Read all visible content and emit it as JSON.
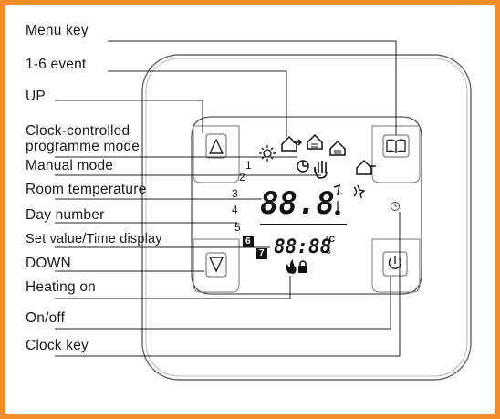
{
  "labels": {
    "menu_key": "Menu key",
    "event": "1-6 event",
    "up": "UP",
    "clock_mode_1": "Clock-controlled",
    "clock_mode_2": "programme mode",
    "manual_mode": "Manual mode",
    "room_temp": "Room temperature",
    "day_number": "Day number",
    "set_value": "Set value/Time display",
    "down": "DOWN",
    "heating_on": "Heating on",
    "on_off": "On/off",
    "clock_key": "Clock key"
  },
  "lcd": {
    "temperature": "88.8",
    "time": "88:88",
    "unit": "°C",
    "day_numbers": [
      "1",
      "2",
      "3",
      "4",
      "5",
      "6",
      "7"
    ]
  },
  "icons": {
    "up": "up-triangle-icon",
    "down": "down-triangle-icon",
    "menu": "book-icon",
    "power": "power-icon",
    "clock": "clock-icon"
  },
  "colors": {
    "frame_border": "#f28c28",
    "text": "#1a1a1a",
    "device_outline": "#555555"
  }
}
